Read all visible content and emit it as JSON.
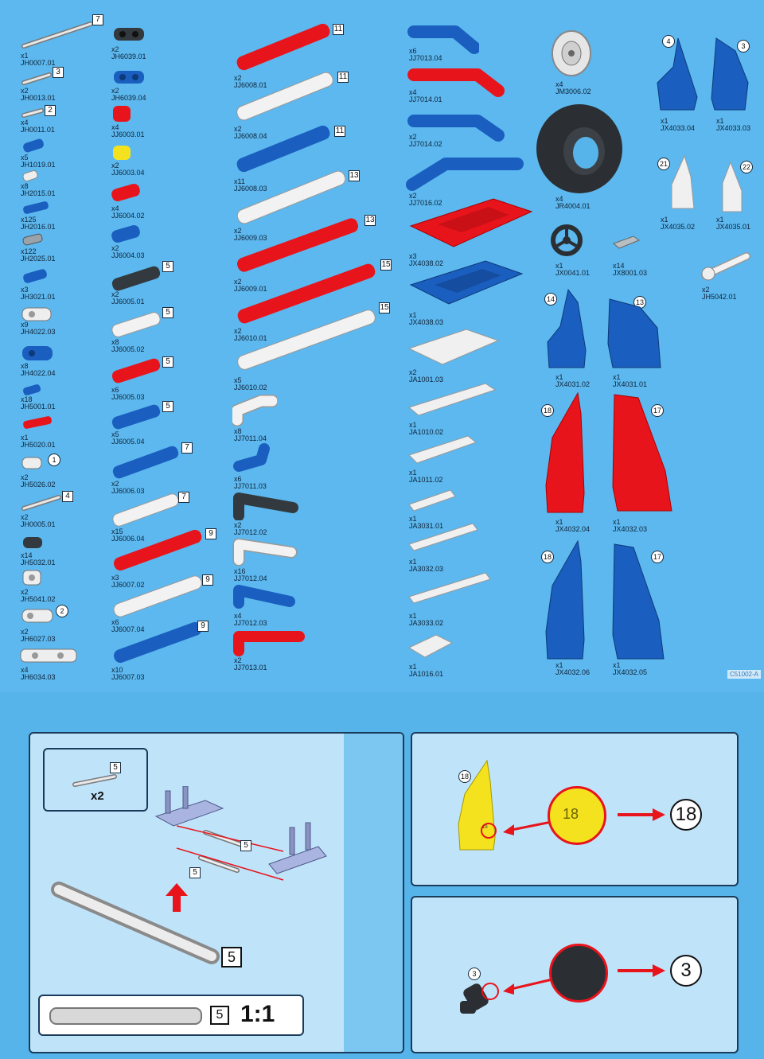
{
  "parts": {
    "c1": [
      {
        "qty": "x1",
        "code": "JH0007.01",
        "len": "7"
      },
      {
        "qty": "x2",
        "code": "JH0013.01",
        "len": "3"
      },
      {
        "qty": "x4",
        "code": "JH0011.01",
        "len": "2"
      },
      {
        "qty": "x5",
        "code": "JH1019.01"
      },
      {
        "qty": "x8",
        "code": "JH2015.01"
      },
      {
        "qty": "x125",
        "code": "JH2016.01"
      },
      {
        "qty": "x122",
        "code": "JH2025.01"
      },
      {
        "qty": "x3",
        "code": "JH3021.01"
      },
      {
        "qty": "x9",
        "code": "JH4022.03"
      },
      {
        "qty": "x8",
        "code": "JH4022.04"
      },
      {
        "qty": "x18",
        "code": "JH5001.01"
      },
      {
        "qty": "x1",
        "code": "JH5020.01"
      },
      {
        "qty": "x2",
        "code": "JH5026.02",
        "circle": "1"
      },
      {
        "qty": "x2",
        "code": "JH0005.01",
        "len": "4"
      },
      {
        "qty": "x14",
        "code": "JH5032.01"
      },
      {
        "qty": "x2",
        "code": "JH5041.02"
      },
      {
        "qty": "x2",
        "code": "JH6027.03",
        "circle": "2"
      },
      {
        "qty": "x4",
        "code": "JH6034.03"
      }
    ],
    "c2": [
      {
        "qty": "x2",
        "code": "JH6039.01"
      },
      {
        "qty": "x2",
        "code": "JH6039.04"
      },
      {
        "qty": "x4",
        "code": "JJ6003.01"
      },
      {
        "qty": "x2",
        "code": "JJ6003.04"
      },
      {
        "qty": "x4",
        "code": "JJ6004.02"
      },
      {
        "qty": "x2",
        "code": "JJ6004.03"
      },
      {
        "qty": "x2",
        "code": "JJ6005.01",
        "len": "5"
      },
      {
        "qty": "x8",
        "code": "JJ6005.02",
        "len": "5"
      },
      {
        "qty": "x6",
        "code": "JJ6005.03",
        "len": "5"
      },
      {
        "qty": "x5",
        "code": "JJ6005.04",
        "len": "5"
      },
      {
        "qty": "x2",
        "code": "JJ6006.03",
        "len": "7"
      },
      {
        "qty": "x15",
        "code": "JJ6006.04",
        "len": "7"
      },
      {
        "qty": "x3",
        "code": "JJ6007.02",
        "len": "9"
      },
      {
        "qty": "x6",
        "code": "JJ6007.04",
        "len": "9"
      },
      {
        "qty": "x10",
        "code": "JJ6007.03",
        "len": "9"
      }
    ],
    "c3": [
      {
        "qty": "x2",
        "code": "JJ6008.01",
        "len": "11"
      },
      {
        "qty": "x2",
        "code": "JJ6008.04",
        "len": "11"
      },
      {
        "qty": "x11",
        "code": "JJ6008.03",
        "len": "11"
      },
      {
        "qty": "x2",
        "code": "JJ6009.03",
        "len": "13"
      },
      {
        "qty": "x2",
        "code": "JJ6009.01",
        "len": "13"
      },
      {
        "qty": "x2",
        "code": "JJ6010.01",
        "len": "15"
      },
      {
        "qty": "x5",
        "code": "JJ6010.02",
        "len": "15"
      },
      {
        "qty": "x8",
        "code": "JJ7011.04"
      },
      {
        "qty": "x6",
        "code": "JJ7011.03"
      },
      {
        "qty": "x2",
        "code": "JJ7012.02"
      },
      {
        "qty": "x16",
        "code": "JJ7012.04"
      },
      {
        "qty": "x4",
        "code": "JJ7012.03"
      },
      {
        "qty": "x2",
        "code": "JJ7013.01"
      }
    ],
    "c4": [
      {
        "qty": "x6",
        "code": "JJ7013.04"
      },
      {
        "qty": "x4",
        "code": "JJ7014.01"
      },
      {
        "qty": "x2",
        "code": "JJ7014.02"
      },
      {
        "qty": "x2",
        "code": "JJ7016.02"
      },
      {
        "qty": "x3",
        "code": "JX4038.02"
      },
      {
        "qty": "x1",
        "code": "JX4038.03"
      },
      {
        "qty": "x2",
        "code": "JA1001.03"
      },
      {
        "qty": "x1",
        "code": "JA1010.02"
      },
      {
        "qty": "x1",
        "code": "JA1011.02"
      },
      {
        "qty": "x1",
        "code": "JA3031.01"
      },
      {
        "qty": "x1",
        "code": "JA3032.03"
      },
      {
        "qty": "x1",
        "code": "JA3033.02"
      },
      {
        "qty": "x1",
        "code": "JA1016.01"
      }
    ],
    "c5": [
      {
        "qty": "x4",
        "code": "JM3006.02"
      },
      {
        "qty": "x4",
        "code": "JR4004.01"
      },
      {
        "qty": "x1",
        "code": "JX0041.01"
      },
      {
        "qty": "x14",
        "code": "JX8001.03"
      },
      {
        "qty": "x2",
        "code": "JH5042.01"
      },
      {
        "qty": "x1",
        "code": "JX4033.04",
        "circle": "4"
      },
      {
        "qty": "x1",
        "code": "JX4033.03",
        "circle": "3"
      },
      {
        "qty": "x1",
        "code": "JX4035.02",
        "circle": "21"
      },
      {
        "qty": "x1",
        "code": "JX4035.01",
        "circle": "22"
      },
      {
        "qty": "x1",
        "code": "JX4031.02",
        "circle": "14"
      },
      {
        "qty": "x1",
        "code": "JX4031.01",
        "circle": "13"
      },
      {
        "qty": "x1",
        "code": "JX4032.04",
        "circle": "18"
      },
      {
        "qty": "x1",
        "code": "JX4032.03",
        "circle": "17"
      },
      {
        "qty": "x1",
        "code": "JX4032.06",
        "circle": "18"
      },
      {
        "qty": "x1",
        "code": "JX4032.05",
        "circle": "17"
      }
    ]
  },
  "sheet_code": "C51002-A",
  "step_left": {
    "callout_len": "5",
    "callout_qty": "x2",
    "axle_len_1": "5",
    "axle_len_2": "5",
    "big_axle_len": "5",
    "scale_len": "5",
    "scale": "1:1"
  },
  "step_tr": {
    "small_mark": "18",
    "zoom_mark": "18",
    "result": "18",
    "part_mark": "18"
  },
  "step_br": {
    "small_mark": "3",
    "result": "3"
  },
  "colors": {
    "red": "#e8141c",
    "blue": "#1a5fbf",
    "white": "#f2f2f2",
    "yellow": "#f4e21e",
    "dark": "#333a3f",
    "bg": "#5cb8ee"
  }
}
